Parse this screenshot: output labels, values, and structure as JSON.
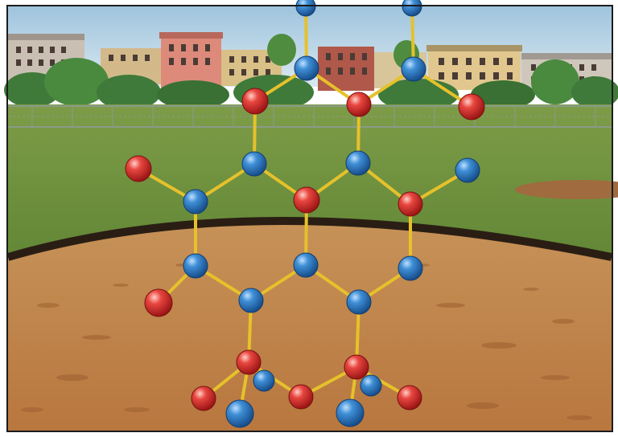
{
  "scene": {
    "colors": {
      "sky": "#b9d4e6",
      "grass": "#6f8f3e",
      "dirt": "#c48a4f",
      "bond": "#e6c12b",
      "atom_blue": "#2f7bc4",
      "atom_red": "#e0393b",
      "border": "#1c1c1c"
    },
    "molecule": {
      "atoms": [
        {
          "id": "b_top1",
          "color": "blue"
        },
        {
          "id": "b_top2",
          "color": "blue"
        },
        {
          "id": "b1",
          "color": "blue"
        },
        {
          "id": "b2",
          "color": "blue"
        },
        {
          "id": "r1",
          "color": "red"
        },
        {
          "id": "r2",
          "color": "red"
        },
        {
          "id": "r3",
          "color": "red"
        },
        {
          "id": "b3",
          "color": "blue"
        },
        {
          "id": "b4",
          "color": "blue"
        },
        {
          "id": "r4",
          "color": "red"
        },
        {
          "id": "b5",
          "color": "blue"
        },
        {
          "id": "b6",
          "color": "blue"
        },
        {
          "id": "r_center",
          "color": "red"
        },
        {
          "id": "r5",
          "color": "red"
        },
        {
          "id": "b7",
          "color": "blue"
        },
        {
          "id": "b8",
          "color": "blue"
        },
        {
          "id": "b9",
          "color": "blue"
        },
        {
          "id": "r6",
          "color": "red"
        },
        {
          "id": "b10",
          "color": "blue"
        },
        {
          "id": "b11",
          "color": "blue"
        },
        {
          "id": "r7",
          "color": "red"
        },
        {
          "id": "r8",
          "color": "red"
        },
        {
          "id": "r9",
          "color": "red"
        },
        {
          "id": "b12",
          "color": "blue"
        },
        {
          "id": "b13",
          "color": "blue"
        },
        {
          "id": "r10",
          "color": "red"
        },
        {
          "id": "b14",
          "color": "blue"
        },
        {
          "id": "b15",
          "color": "blue"
        },
        {
          "id": "r11",
          "color": "red"
        }
      ]
    }
  }
}
